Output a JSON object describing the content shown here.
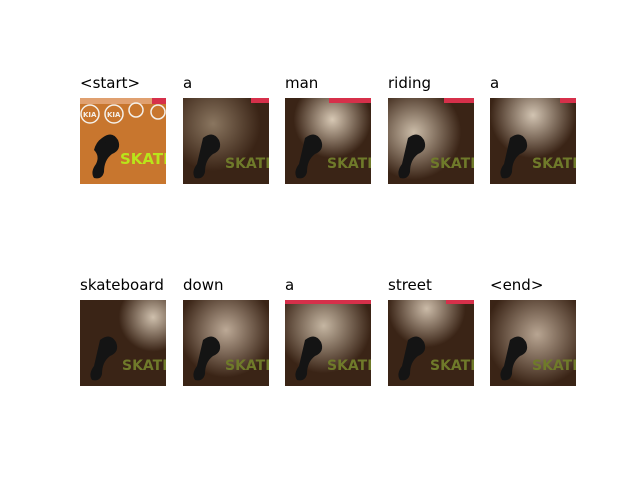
{
  "words": [
    "<start>",
    "a",
    "man",
    "riding",
    "a",
    "skateboard",
    "down",
    "a",
    "street",
    "<end>"
  ],
  "image": {
    "banner_text": "SKATE.",
    "logo_text": "KIA",
    "colors": {
      "wall": "#c8762e",
      "wall_dark": "#3a2416",
      "banner": "#b9e51a",
      "stripe": "#d6304a",
      "figure": "#141414"
    }
  }
}
